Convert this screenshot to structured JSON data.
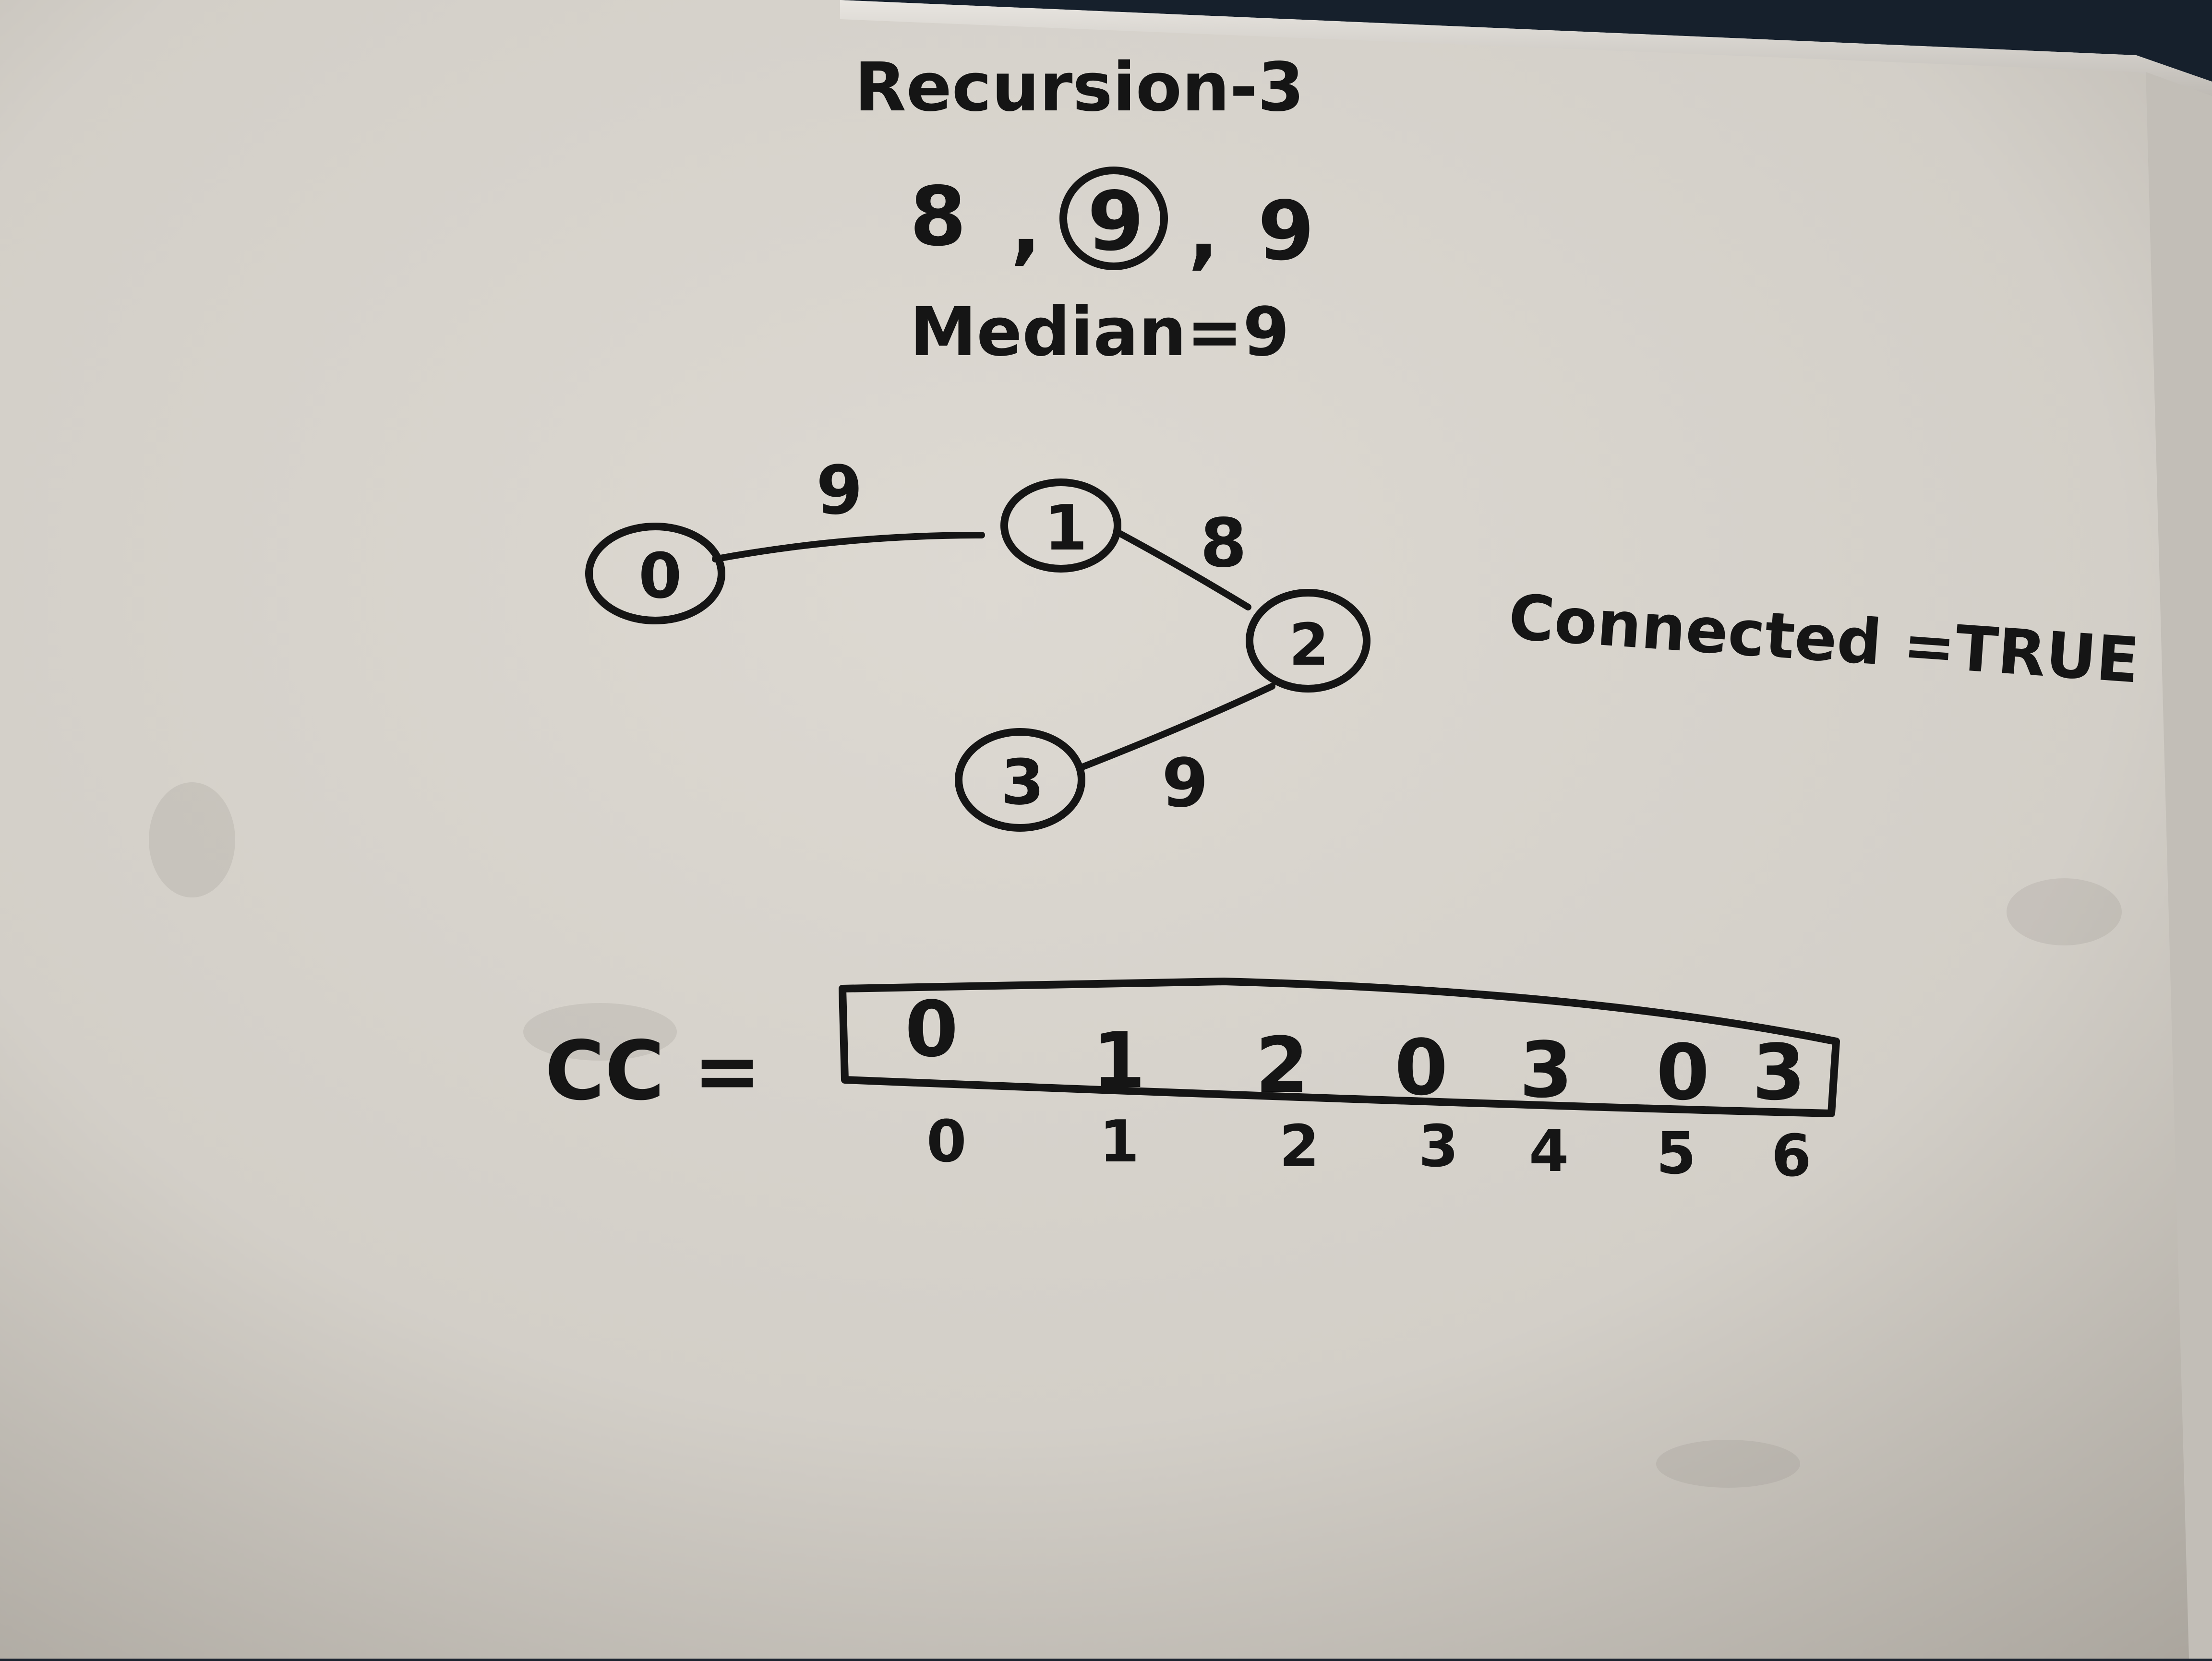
{
  "title": "Recursion-3",
  "sequence": {
    "values": [
      "8",
      "9",
      "9"
    ],
    "separator": ",",
    "circled_index": 1
  },
  "median_text": "Median=9",
  "graph": {
    "nodes": [
      "0",
      "1",
      "2",
      "3"
    ],
    "edges": [
      {
        "from": "0",
        "to": "1",
        "weight": "9"
      },
      {
        "from": "1",
        "to": "2",
        "weight": "8"
      },
      {
        "from": "2",
        "to": "3",
        "weight": "9"
      }
    ]
  },
  "connected_text": "Connected =TRUE",
  "cc": {
    "label": "CC =",
    "values": [
      "0",
      "1",
      "2",
      "0",
      "3",
      "0",
      "3"
    ],
    "indices": [
      "0",
      "1",
      "2",
      "3",
      "4",
      "5",
      "6"
    ]
  },
  "colors": {
    "ink": "#151515",
    "board": "#d6d2cb",
    "frame": "#1c2430"
  }
}
